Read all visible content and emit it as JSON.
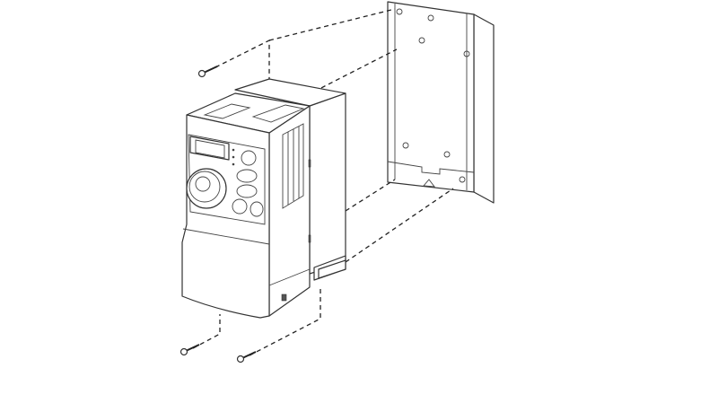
{
  "figure": {
    "kind": "exploded mounting diagram",
    "components": [
      "inverter-unit",
      "mounting-bracket",
      "screw-top",
      "screw-bottom-left",
      "screw-bottom-right"
    ],
    "colors": {
      "line": "#333333",
      "background": "#ffffff"
    }
  }
}
